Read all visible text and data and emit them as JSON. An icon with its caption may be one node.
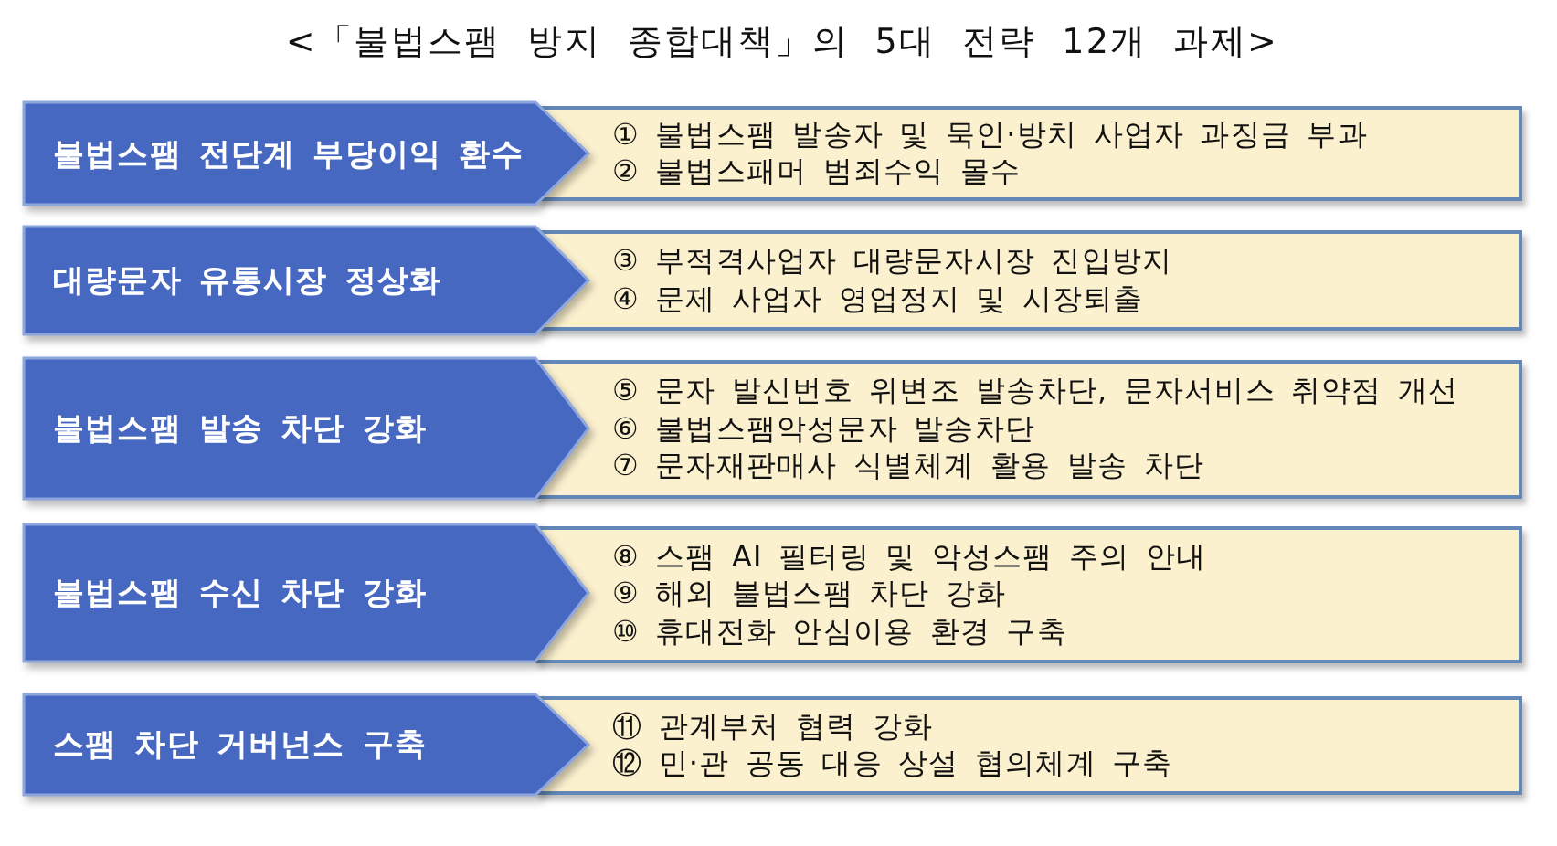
{
  "diagram": {
    "title": "<「불법스팸 방지 종합대책」의 5대 전략 12개 과제>",
    "nodes": [
      {
        "text": [
          "불법스팸 전단계 부당이익 환수"
        ]
      },
      {
        "text": [
          "① 불법스팸 발송자 및 묵인·방치 사업자 과징금 부과",
          "② 불법스패머 범죄수익 몰수"
        ]
      },
      {
        "text": [
          "대량문자 유통시장 정상화"
        ]
      },
      {
        "text": [
          "③ 부적격사업자 대량문자시장 진입방지",
          "④ 문제 사업자 영업정지 및 시장퇴출"
        ]
      },
      {
        "text": [
          "불법스팸 발송 차단 강화"
        ]
      },
      {
        "text": [
          "⑤ 문자 발신번호 위변조 발송차단, 문자서비스 취약점 개선",
          "⑥ 불법스팸악성문자 발송차단",
          "⑦ 문자재판매사 식별체계 활용 발송 차단"
        ]
      },
      {
        "text": [
          "불법스팸 수신 차단 강화"
        ]
      },
      {
        "text": [
          "⑧ 스팸 AI 필터링 및 악성스팸 주의 안내",
          "⑨ 해외 불법스팸 차단 강화",
          "⑩ 휴대전화 안심이용 환경 구축"
        ]
      },
      {
        "text": [
          "스팸 차단 거버넌스 구축"
        ]
      },
      {
        "text": [
          "⑪ 관계부처 협력 강화",
          "⑫ 민·관 공동 대응 상설 협의체계 구축"
        ]
      }
    ]
  }
}
